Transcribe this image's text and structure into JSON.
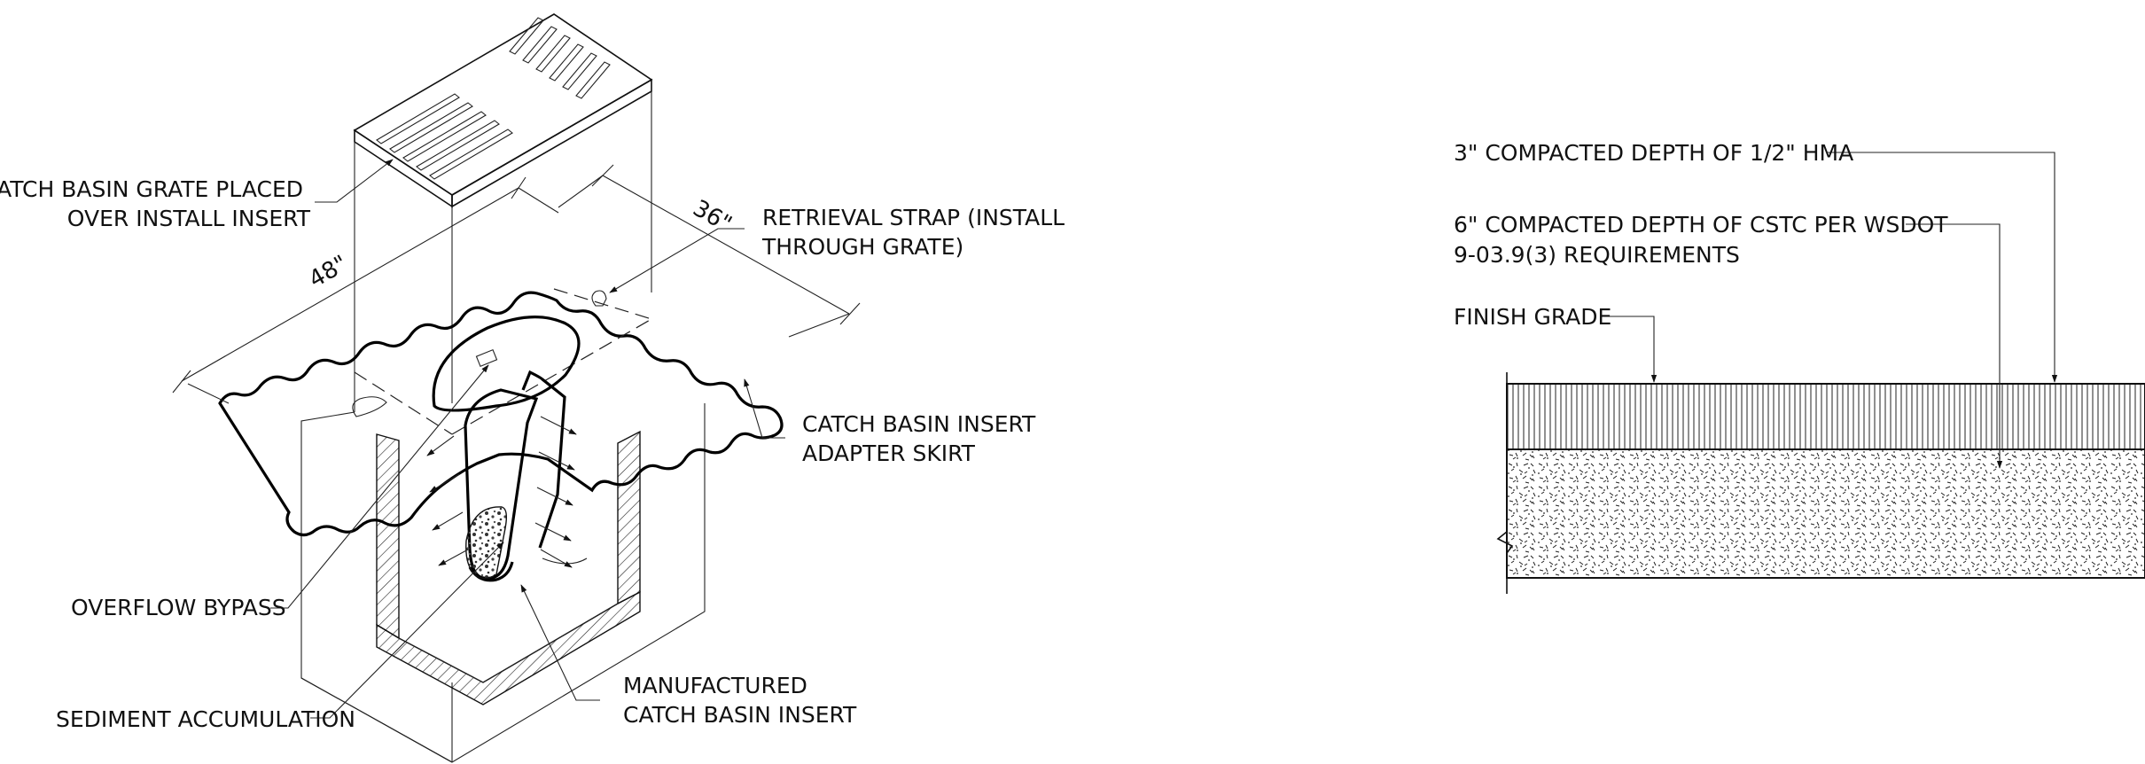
{
  "left_detail": {
    "labels": {
      "grate": [
        "CATCH BASIN GRATE PLACED",
        "OVER INSTALL INSERT"
      ],
      "strap": [
        "RETRIEVAL STRAP (INSTALL",
        "THROUGH GRATE)"
      ],
      "skirt": [
        "CATCH BASIN INSERT",
        "ADAPTER SKIRT"
      ],
      "bypass": "OVERFLOW BYPASS",
      "sediment": "SEDIMENT ACCUMULATION",
      "insert": [
        "MANUFACTURED",
        "CATCH BASIN INSERT"
      ]
    },
    "dimensions": {
      "length": "48\"",
      "width": "36\""
    }
  },
  "right_detail": {
    "labels": {
      "hma": "3\" COMPACTED DEPTH OF 1/2\" HMA",
      "cstc": [
        "6\" COMPACTED DEPTH OF CSTC PER WSDOT",
        "9-03.9(3) REQUIREMENTS"
      ],
      "finish_grade": "FINISH GRADE"
    }
  }
}
